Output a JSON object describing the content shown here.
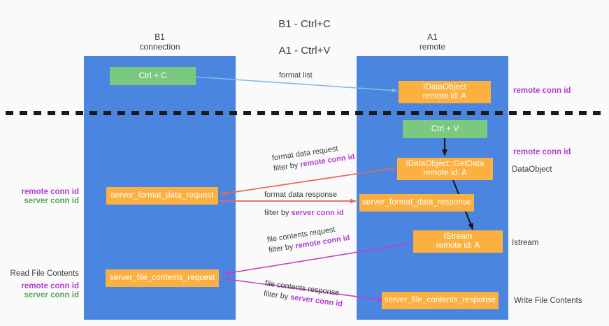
{
  "title": {
    "line1": "B1 - Ctrl+C",
    "line2": "A1 - Ctrl+V"
  },
  "lanes": [
    {
      "name": "B1",
      "subtitle": "connection"
    },
    {
      "name": "A1",
      "subtitle": "remote"
    }
  ],
  "nodes": {
    "ctrl_c": {
      "label": "Ctrl + C"
    },
    "ctrl_v": {
      "label": "Ctrl + V"
    },
    "idataobject": {
      "label": "IDataObject\nremote id: A"
    },
    "getdata": {
      "label": "IDataObject::GetData\nremote id: A"
    },
    "istream": {
      "label": "IStream\nremote id: A"
    },
    "server_format_data_request": {
      "label": "server_format_data_request"
    },
    "server_format_data_response": {
      "label": "server_format_data_response"
    },
    "server_file_contents_request": {
      "label": "server_file_contents_request"
    },
    "server_file_contents_response": {
      "label": "server_file_contents_response"
    }
  },
  "edges": {
    "format_list": {
      "label": "format list"
    },
    "format_data_request": {
      "label": "format data request",
      "filter_prefix": "filter by ",
      "filter_key": "remote conn id"
    },
    "format_data_response": {
      "label": "format data response",
      "filter_prefix": "filter by ",
      "filter_key": "server conn id"
    },
    "file_contents_request": {
      "label": "file contents request",
      "filter_prefix": "filter by ",
      "filter_key": "remote conn id"
    },
    "file_contents_response": {
      "label": "file contents response",
      "filter_prefix": "filter by ",
      "filter_key": "server conn id"
    }
  },
  "annotations": {
    "right_remote_conn_id_top": "remote conn id",
    "right_remote_conn_id_mid": "remote conn id",
    "right_dataobject": "DataObject",
    "right_istream": "Istream",
    "right_write_file_contents": "Write File Contents",
    "left_remote_conn_id": "remote conn id",
    "left_server_conn_id": "server conn id",
    "left_read_file_contents": "Read File Contents",
    "left_remote_conn_id_2": "remote conn id",
    "left_server_conn_id_2": "server conn id"
  },
  "colors": {
    "lane": "#4a86e0",
    "green_node": "#7bc97f",
    "orange_node": "#fbb040",
    "purple_text": "#b23fd0",
    "green_text": "#5aa85f",
    "arrow_blue": "#8ab6e8",
    "arrow_red": "#e8665c",
    "arrow_magenta": "#c33fc0",
    "arrow_black": "#1a1a1a",
    "divider": "#1a1a1a",
    "background": "#fafafa"
  }
}
